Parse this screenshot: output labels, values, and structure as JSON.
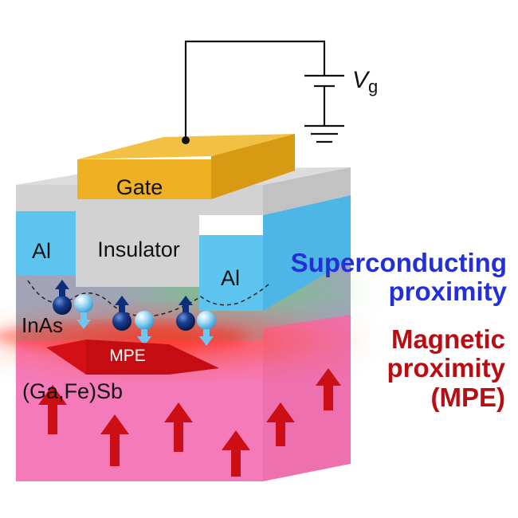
{
  "labels": {
    "gate": "Gate",
    "insulator": "Insulator",
    "al_left": "Al",
    "al_right": "Al",
    "inas": "InAs",
    "gafesb": "(Ga,Fe)Sb",
    "mpe_arrow": "MPE",
    "vg_symbol": "V",
    "vg_subscript": "g"
  },
  "side_labels": {
    "superconducting": [
      "Superconducting",
      "proximity"
    ],
    "magnetic": [
      "Magnetic",
      "proximity",
      "(MPE)"
    ]
  },
  "colors": {
    "gate": "#f0b023",
    "insulator": "#cfcfcf",
    "al": "#5cc4ee",
    "gafesb": "#f57ab9",
    "superconducting_text": "#2330d6",
    "magnetic_text": "#b80d12",
    "arrow_red": "#cc0f14",
    "spin_up": "#0d2f7a",
    "spin_down": "#6fc6f1"
  },
  "icons": [
    "battery-icon",
    "ground-icon",
    "spin-up-icon",
    "spin-down-icon",
    "magnetization-arrow-icon"
  ]
}
